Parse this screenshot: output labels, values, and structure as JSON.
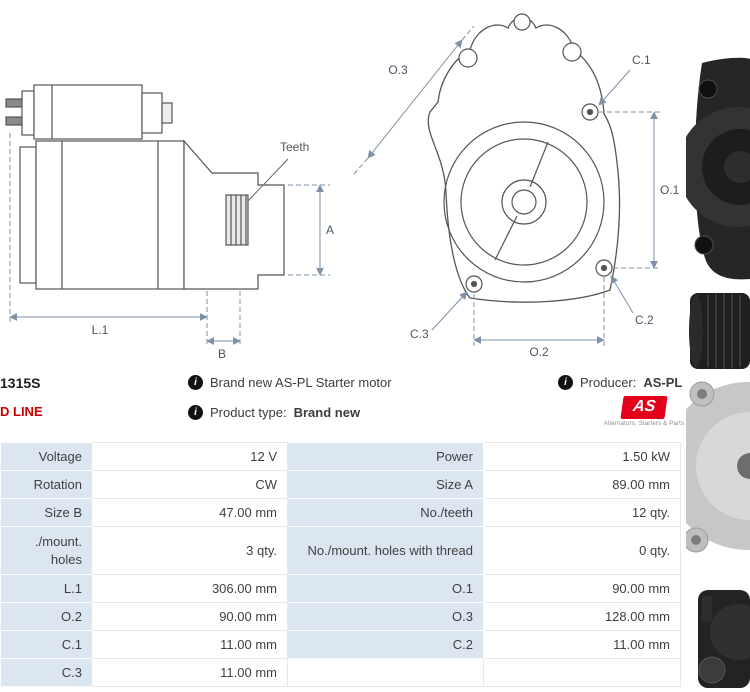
{
  "diagram": {
    "side": {
      "teeth": "Teeth",
      "a": "A",
      "l1": "L.1",
      "b": "B"
    },
    "front": {
      "o1": "O.1",
      "o2": "O.2",
      "o3": "O.3",
      "c1": "C.1",
      "c2": "C.2",
      "c3": "C.3"
    }
  },
  "info": {
    "part_number": "1315S",
    "product_line": "D LINE",
    "info_icon": "i",
    "brand_desc": "Brand new AS-PL Starter motor",
    "product_type_label": "Product type:",
    "product_type_value": "Brand new",
    "producer_label": "Producer:",
    "producer_value": "AS-PL",
    "logo": {
      "text": "AS",
      "tagline": "Alternators, Starters & Parts"
    }
  },
  "specs": {
    "rows": [
      {
        "l1": "Voltage",
        "v1": "12 V",
        "l2": "Power",
        "v2": "1.50 kW"
      },
      {
        "l1": "Rotation",
        "v1": "CW",
        "l2": "Size A",
        "v2": "89.00 mm"
      },
      {
        "l1": "Size B",
        "v1": "47.00 mm",
        "l2": "No./teeth",
        "v2": "12 qty."
      },
      {
        "l1": "./mount. holes",
        "v1": "3 qty.",
        "l2": "No./mount. holes with thread",
        "v2": "0 qty."
      },
      {
        "l1": "L.1",
        "v1": "306.00 mm",
        "l2": "O.1",
        "v2": "90.00 mm"
      },
      {
        "l1": "O.2",
        "v1": "90.00 mm",
        "l2": "O.3",
        "v2": "128.00 mm"
      },
      {
        "l1": "C.1",
        "v1": "11.00 mm",
        "l2": "C.2",
        "v2": "11.00 mm"
      },
      {
        "l1": "C.3",
        "v1": "11.00 mm",
        "l2": "",
        "v2": ""
      }
    ]
  },
  "colors": {
    "accent_red": "#cc0000",
    "logo_red": "#e2001a",
    "table_label_bg": "#dce6f1",
    "dimension_line": "#7d91a8"
  }
}
